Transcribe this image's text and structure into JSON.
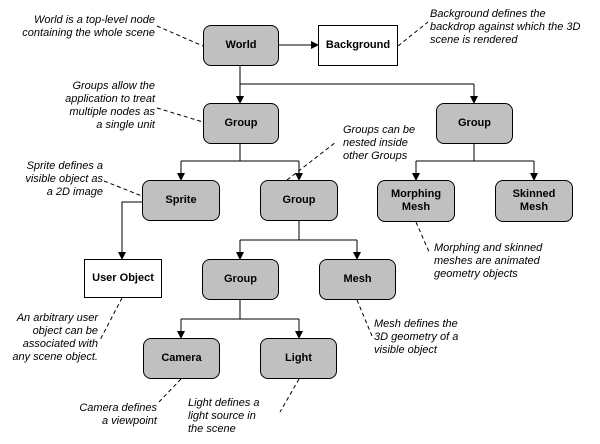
{
  "colors": {
    "node_fill": "#c0c0c0",
    "plain_fill": "#ffffff",
    "line": "#000000"
  },
  "nodes": {
    "world": "World",
    "background": "Background",
    "group_left": "Group",
    "group_right": "Group",
    "sprite": "Sprite",
    "group_middle": "Group",
    "morphing_mesh": "Morphing\nMesh",
    "skinned_mesh": "Skinned\nMesh",
    "user_object": "User Object",
    "group_lower": "Group",
    "mesh": "Mesh",
    "camera": "Camera",
    "light": "Light"
  },
  "notes": {
    "world": "World is a top-level node\ncontaining the whole scene",
    "background": "Background defines the\nbackdrop against which the 3D\nscene is rendered",
    "groups": "Groups allow the\napplication to treat\nmultiple nodes as\na single unit",
    "nested": "Groups can be\nnested inside\nother Groups",
    "sprite": "Sprite defines a\nvisible object as\na 2D image",
    "morph": "Morphing and skinned\nmeshes are animated\ngeometry objects",
    "user_object": "An arbitrary user\nobject can be\nassociated with\nany scene object.",
    "mesh": "Mesh defines the\n3D geometry of a\nvisible object",
    "camera": "Camera defines\na viewpoint",
    "light": "Light defines a\nlight source in\nthe scene"
  }
}
